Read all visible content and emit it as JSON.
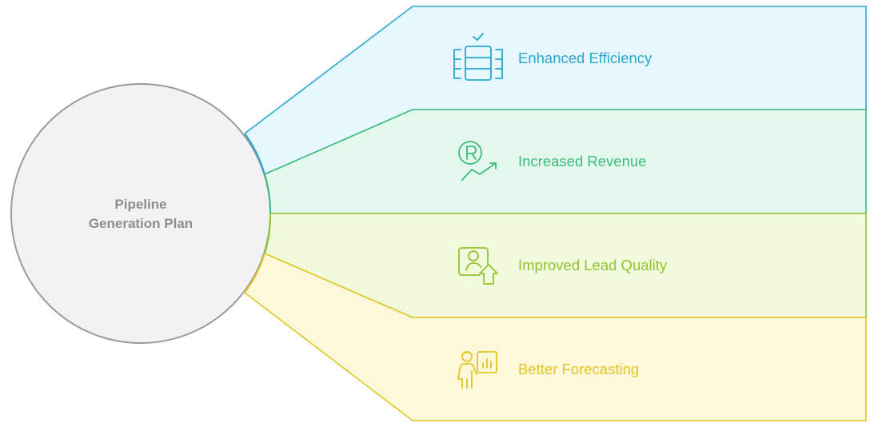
{
  "center": {
    "title_line1": "Pipeline",
    "title_line2": "Generation Plan"
  },
  "items": [
    {
      "label": "Enhanced Efficiency",
      "icon": "server-check-icon",
      "color": "#29a9cf",
      "fill": "#e6f7fd"
    },
    {
      "label": "Increased Revenue",
      "icon": "revenue-growth-icon",
      "color": "#3cbb7c",
      "fill": "#e5f8ee"
    },
    {
      "label": "Improved Lead Quality",
      "icon": "lead-quality-icon",
      "color": "#93c232",
      "fill": "#f1fbdc"
    },
    {
      "label": "Better Forecasting",
      "icon": "forecast-presenter-icon",
      "color": "#e2c622",
      "fill": "#fdf8d9"
    }
  ],
  "colors": {
    "circle_fill": "#f2f2f2",
    "circle_stroke": "#9a9a9a",
    "center_text": "#8e8e8e"
  }
}
